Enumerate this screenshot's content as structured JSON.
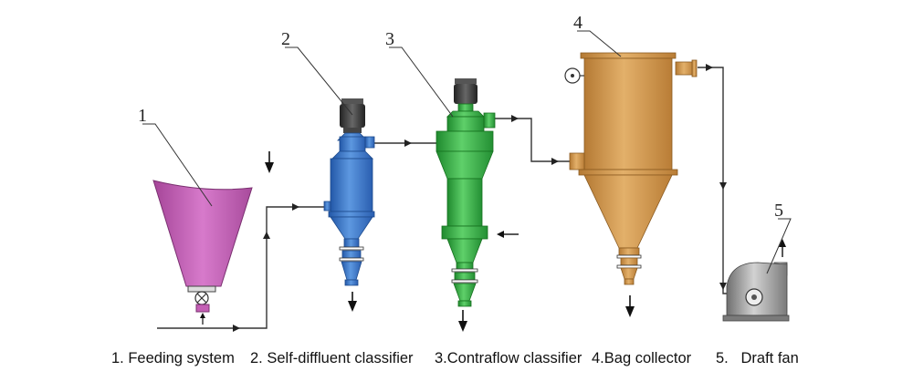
{
  "callouts": {
    "n1": "1",
    "n2": "2",
    "n3": "3",
    "n4": "4",
    "n5": "5"
  },
  "legend": {
    "item1": "1. Feeding system",
    "item2": "2.  Self-diffluent classifier",
    "item3": "3.Contraflow classifier",
    "item4": "4.Bag collector",
    "item5": "5.   Draft fan"
  },
  "colors": {
    "hopper": "#c45fb5",
    "self_diffluent_classifier": "#3a78c8",
    "contraflow_classifier": "#3fb04a",
    "bag_collector": "#d79a4a",
    "draft_fan": "#9a9a9a",
    "pipe": "#333333"
  },
  "icons": [
    "motor-icon",
    "valve-icon",
    "flow-arrow-icon",
    "fan-icon"
  ]
}
